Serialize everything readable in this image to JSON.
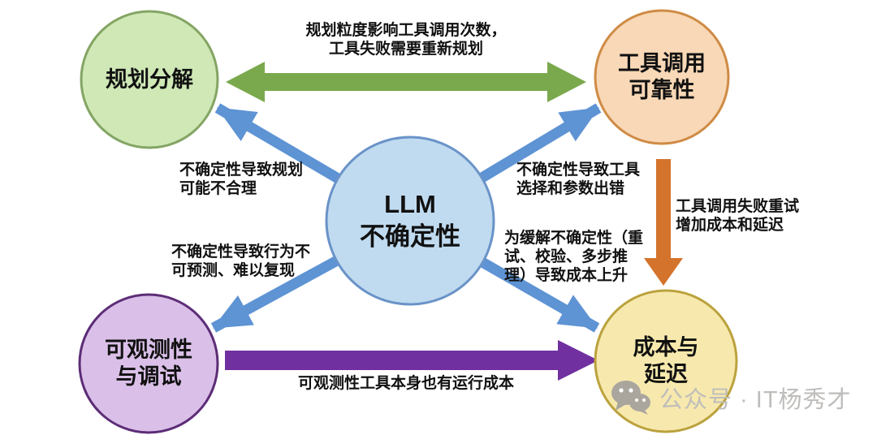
{
  "nodes": {
    "llm": {
      "label": "LLM\n不确定性"
    },
    "planning": {
      "label": "规划分解"
    },
    "tool_reliability": {
      "label": "工具调用\n可靠性"
    },
    "observability": {
      "label": "可观测性\n与调试"
    },
    "cost_latency": {
      "label": "成本与\n延迟"
    }
  },
  "annotations": {
    "planning_tool_link": "规划粒度影响工具调用次数，\n工具失败需要重新规划",
    "uncertainty_planning": "不确定性导致规划\n可能不合理",
    "uncertainty_tool": "不确定性导致工具\n选择和参数出错",
    "uncertainty_behavior": "不确定性导致行为不\n可预测、难以复现",
    "mitigation_cost": "为缓解不确定性（重\n试、校验、多步推\n理）导致成本上升",
    "retry_cost": "工具调用失败重试\n增加成本和延迟",
    "observability_cost": "可观测性工具本身也有运行成本"
  },
  "watermark": {
    "text": "公众号 · IT杨秀才"
  },
  "colors": {
    "background": "#ffffff",
    "text": "#111111",
    "arrows": {
      "green": "#7aa94d",
      "blue": "#5e93d4",
      "orange": "#d4732b",
      "purple": "#7030a0"
    },
    "node_styles": {
      "planning": {
        "fill": "#cfe8b6",
        "stroke": "#84a564"
      },
      "tool_reliability": {
        "fill": "#f8d8b6",
        "stroke": "#cf8b45"
      },
      "llm": {
        "fill": "#c0dbf0",
        "stroke": "#6a93c8"
      },
      "observability": {
        "fill": "#dac0e8",
        "stroke": "#5c2d77"
      },
      "cost_latency": {
        "fill": "#f7e9ad",
        "stroke": "#bba23e"
      }
    },
    "watermark_icon": "#aaa69e",
    "watermark_text": "#bfbdbb"
  }
}
